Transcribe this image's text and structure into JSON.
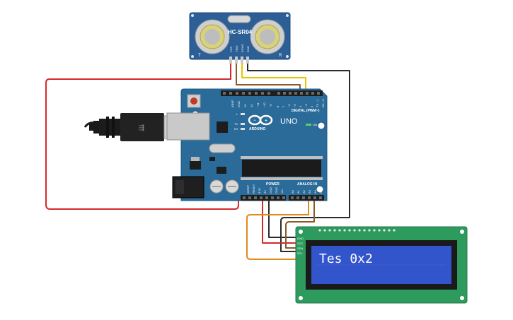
{
  "sensor": {
    "model": "HC-SR04",
    "t_mark": "T",
    "r_mark": "R",
    "pins": [
      "VCC",
      "TRIG",
      "ECHO",
      "GND"
    ]
  },
  "arduino": {
    "brand": "ARDUINO",
    "model": "UNO",
    "digital_label": "DIGITAL (PWM~)",
    "power_label": "POWER",
    "analog_label": "ANALOG IN",
    "on_label": "ON",
    "led_l": "L",
    "led_tx": "TX",
    "led_rx": "RX",
    "aref": "AREF",
    "gnd": "GND",
    "digital_pins": [
      "13",
      "12",
      "~11",
      "~10",
      "~9",
      "8",
      "7",
      "~6",
      "~5",
      "4",
      "~3",
      "2",
      "TX→1",
      "RX←0"
    ],
    "power_pins": [
      "IOREF",
      "RESET",
      "3.3V",
      "5V",
      "GND",
      "GND",
      "Vin"
    ],
    "analog_pins": [
      "A0",
      "A1",
      "A2",
      "A3",
      "A4",
      "A5"
    ]
  },
  "lcd": {
    "text": "Tes 0x2",
    "pins": [
      "GND",
      "VCC",
      "SDA",
      "SCL"
    ]
  },
  "colors": {
    "board_blue": "#2a6b9a",
    "wire_red": "#d42a2a",
    "wire_black": "#2b2b2b",
    "wire_brown": "#8a5a2b",
    "wire_yellow": "#e8c400",
    "wire_orange": "#e08a1e",
    "lcd_green": "#2e9b5e",
    "lcd_screen": "#3355cc"
  }
}
